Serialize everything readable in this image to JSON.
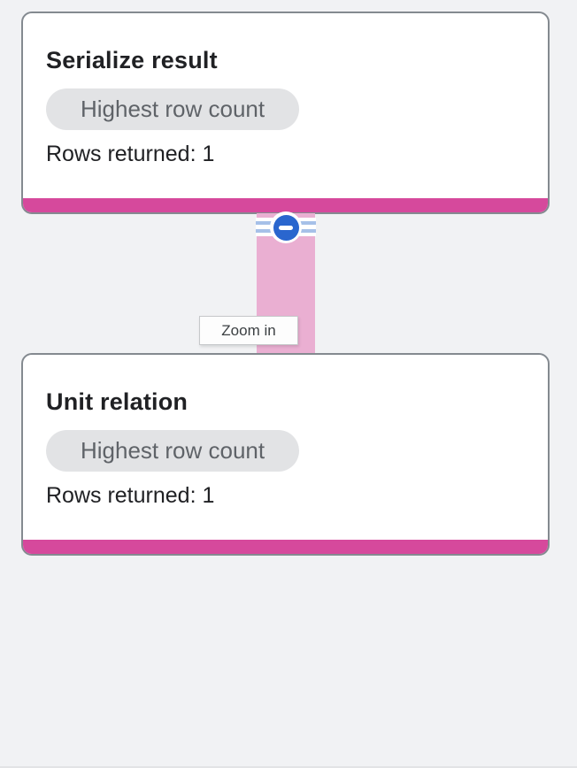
{
  "canvas": {
    "background": "#F1F2F4"
  },
  "nodes": [
    {
      "title": "Serialize result",
      "badge": "Highest row count",
      "rows_label": "Rows returned: 1",
      "accent_color": "#D6499C"
    },
    {
      "title": "Unit relation",
      "badge": "Highest row count",
      "rows_label": "Rows returned: 1",
      "accent_color": "#D6499C"
    }
  ],
  "edge": {
    "from": "Serialize result",
    "to": "Unit relation",
    "color": "#EAAFD2",
    "stripe_color": "#A6C0E8",
    "collapse_icon": "minus-circle-icon",
    "collapse_icon_color": "#2A66CE"
  },
  "tooltip": {
    "text": "Zoom in"
  }
}
